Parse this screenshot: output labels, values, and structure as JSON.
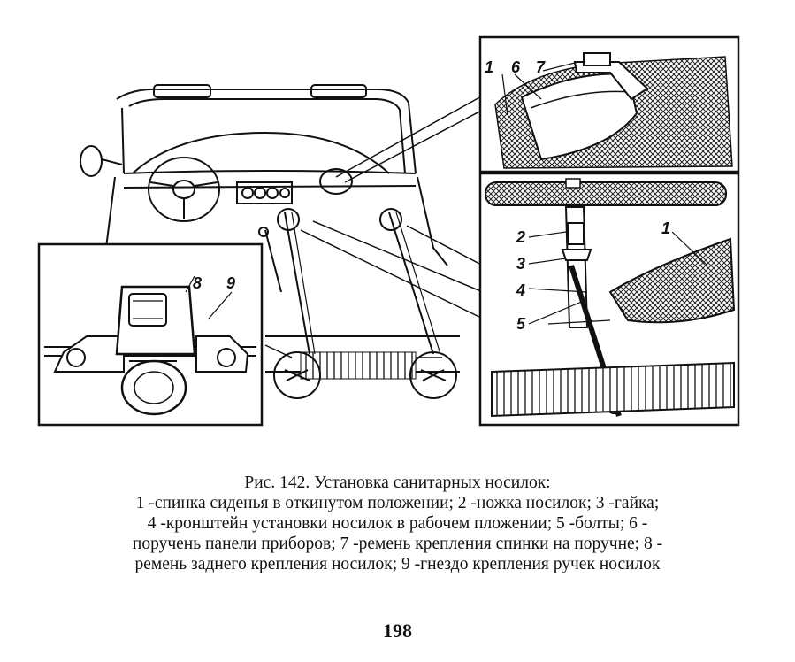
{
  "figure": {
    "labels": {
      "top_inset": [
        "1",
        "6",
        "7"
      ],
      "right_inset": [
        "2",
        "3",
        "4",
        "5",
        "1"
      ],
      "left_inset": [
        "8",
        "9"
      ]
    }
  },
  "caption": {
    "title": "Рис. 142. Установка санитарных носилок:",
    "lines": [
      "1 -спинка сиденья в откинутом положении; 2 -ножка носилок; 3 -гайка;",
      "4 -кронштейн установки носилок в рабочем пложении; 5 -болты; 6 -",
      "поручень панели приборов; 7 -ремень крепления спинки на поручне; 8 -",
      "ремень заднего крепления носилок; 9 -гнездо крепления ручек носилок"
    ]
  },
  "page_number": "198"
}
